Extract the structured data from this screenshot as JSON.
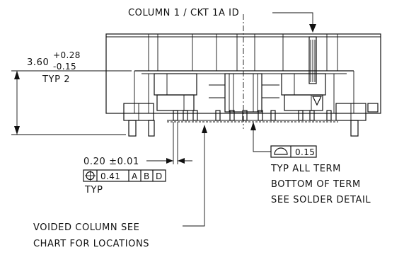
{
  "callouts": {
    "column_id": "COLUMN 1 / CKT 1A ID",
    "height_base": "3.60",
    "height_plus": "+0.28",
    "height_minus": "-0.15",
    "height_note": "TYP 2",
    "pin_width": "0.20 ±0.01",
    "position_tol_value": "0.41",
    "datum_a": "A",
    "datum_b": "B",
    "datum_d": "D",
    "position_note": "TYP",
    "profile_value": "0.15",
    "term_note_1": "TYP ALL TERM",
    "term_note_2": "BOTTOM OF TERM",
    "term_note_3": "SEE SOLDER DETAIL",
    "voided_note_1": "VOIDED COLUMN SEE",
    "voided_note_2": "CHART FOR LOCATIONS"
  }
}
